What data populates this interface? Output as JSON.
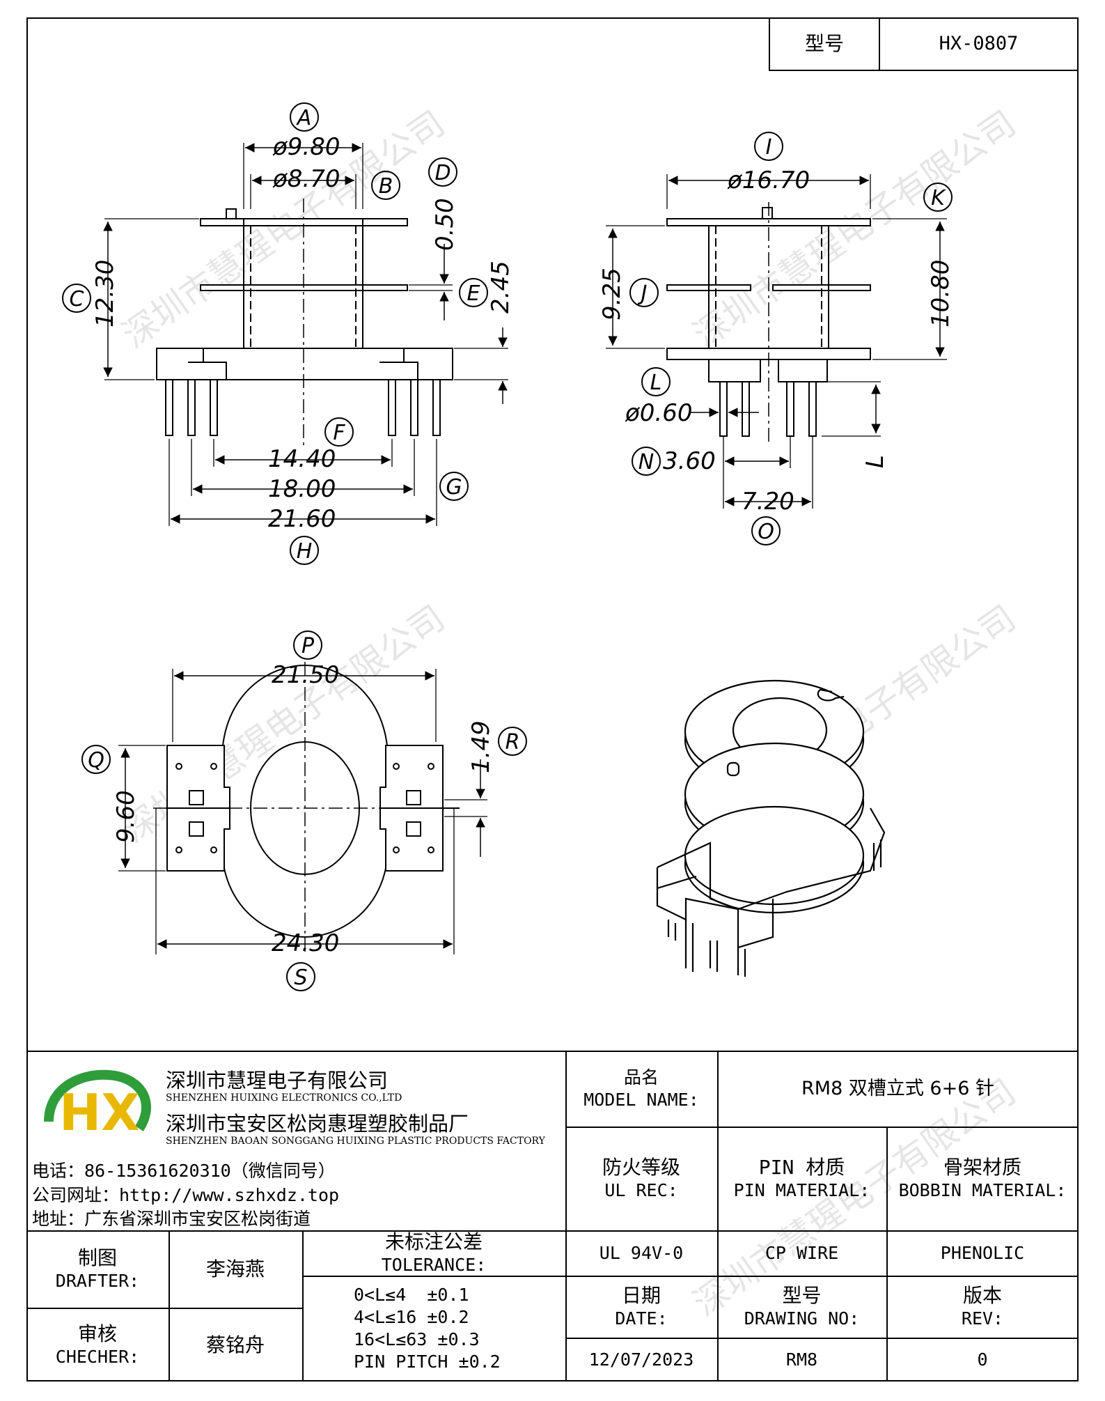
{
  "header": {
    "model_label": "型号",
    "model_value": "HX-0807"
  },
  "watermark": "深圳市慧瑆电子有限公司",
  "drawing": {
    "front": {
      "A": "A",
      "B": "B",
      "C": "C",
      "D": "D",
      "E": "E",
      "F": "F",
      "G": "G",
      "H": "H",
      "dA": "ø9.80",
      "dB": "ø8.70",
      "dC": "12.30",
      "dD": "0.50",
      "dE": "2.45",
      "dF": "14.40",
      "dG": "18.00",
      "dH": "21.60"
    },
    "side": {
      "I": "I",
      "J": "J",
      "K": "K",
      "L": "L",
      "N": "N",
      "O": "O",
      "dI": "ø16.70",
      "dJ": "9.25",
      "dK": "10.80",
      "dL": "ø0.60",
      "dN": "3.60",
      "dO": "7.20",
      "Lvar": "L"
    },
    "bottom": {
      "P": "P",
      "Q": "Q",
      "R": "R",
      "S": "S",
      "dP": "21.50",
      "dQ": "9.60",
      "dR": "1.49",
      "dS": "24.30"
    }
  },
  "company": {
    "logo_text": "HX",
    "name_cn": "深圳市慧瑆电子有限公司",
    "name_en": "SHENZHEN HUIXING ELECTRONICS CO.,LTD",
    "factory_cn": "深圳市宝安区松岗惠瑆塑胶制品厂",
    "factory_en": "SHENZHEN BAOAN SONGGANG HUIXING PLASTIC PRODUCTS FACTORY",
    "phone": "电话：86-15361620310（微信同号）",
    "website": "公司网址：http://www.szhxdz.top",
    "address": "地址：广东省深圳市宝安区松岗街道"
  },
  "titleblock": {
    "model_name_cn": "品名",
    "model_name_en": "MODEL NAME:",
    "model_name_value": "RM8 双槽立式 6+6 针",
    "ul_cn": "防火等级",
    "ul_en": "UL REC:",
    "pin_cn": "PIN 材质",
    "pin_en": "PIN MATERIAL:",
    "bobbin_cn": "骨架材质",
    "bobbin_en": "BOBBIN MATERIAL:",
    "ul_value": "UL 94V-0",
    "pin_value": "CP WIRE",
    "bobbin_value": "PHENOLIC",
    "drafter_cn": "制图",
    "drafter_en": "DRAFTER:",
    "drafter_name": "李海燕",
    "checker_cn": "审核",
    "checker_en": "CHECHER:",
    "checker_name": "蔡铭舟",
    "tol_cn": "未标注公差",
    "tol_en": "TOLERANCE:",
    "tol_lines": [
      "0<L≤4  ±0.1",
      "4<L≤16 ±0.2",
      "16<L≤63 ±0.3",
      "PIN PITCH ±0.2"
    ],
    "date_cn": "日期",
    "date_en": "DATE:",
    "dwg_cn": "型号",
    "dwg_en": "DRAWING NO:",
    "rev_cn": "版本",
    "rev_en": "REV:",
    "date_value": "12/07/2023",
    "dwg_value": "RM8",
    "rev_value": "0"
  }
}
